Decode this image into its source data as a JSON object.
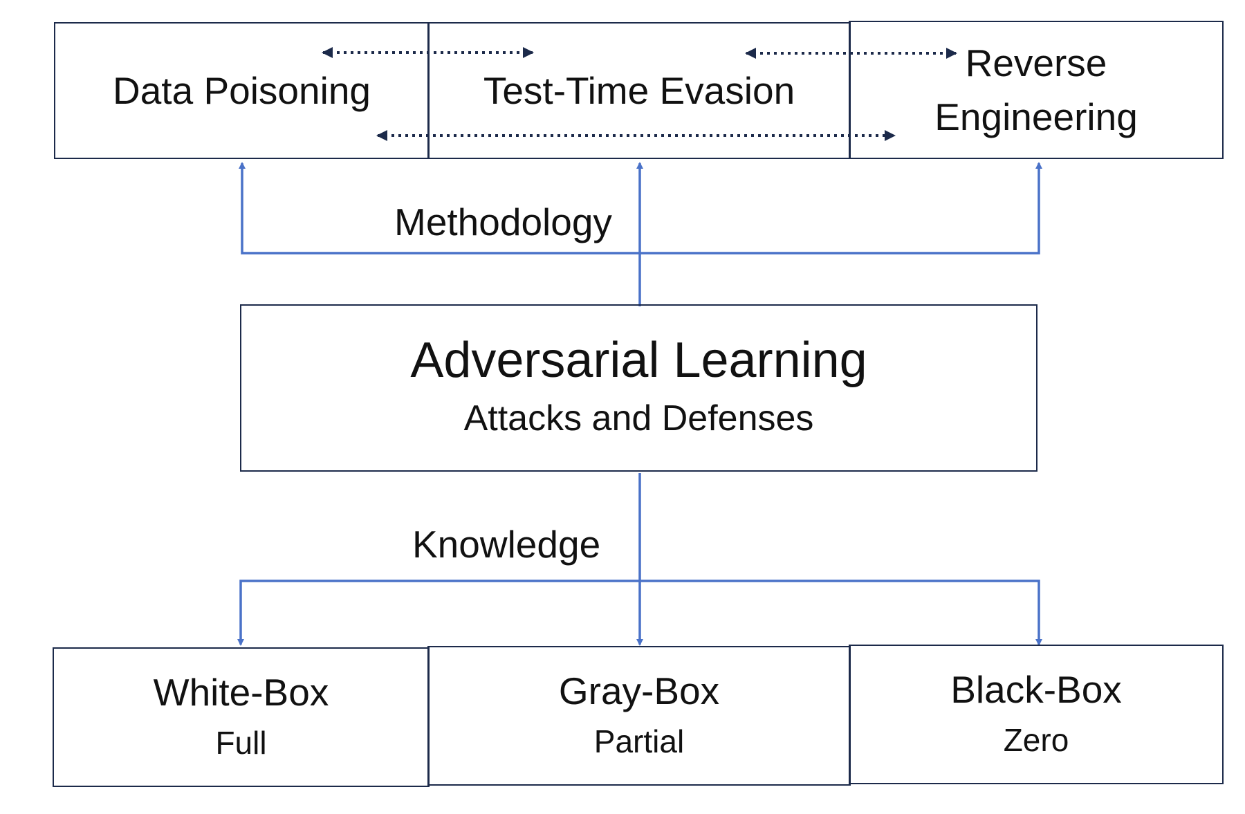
{
  "diagram": {
    "top_boxes": [
      {
        "label": "Data Poisoning"
      },
      {
        "label": "Test-Time Evasion"
      },
      {
        "label_line1": "Reverse",
        "label_line2": "Engineering"
      }
    ],
    "center": {
      "title": "Adversarial Learning",
      "subtitle": "Attacks and Defenses"
    },
    "edge_labels": {
      "upper": "Methodology",
      "lower": "Knowledge"
    },
    "bottom_boxes": [
      {
        "title": "White-Box",
        "subtitle": "Full"
      },
      {
        "title": "Gray-Box",
        "subtitle": "Partial"
      },
      {
        "title": "Black-Box",
        "subtitle": "Zero"
      }
    ],
    "colors": {
      "tree_line": "#4a72c8",
      "dotted_arrow": "#1c2a4a",
      "box_border": "#1c2a4a"
    }
  }
}
